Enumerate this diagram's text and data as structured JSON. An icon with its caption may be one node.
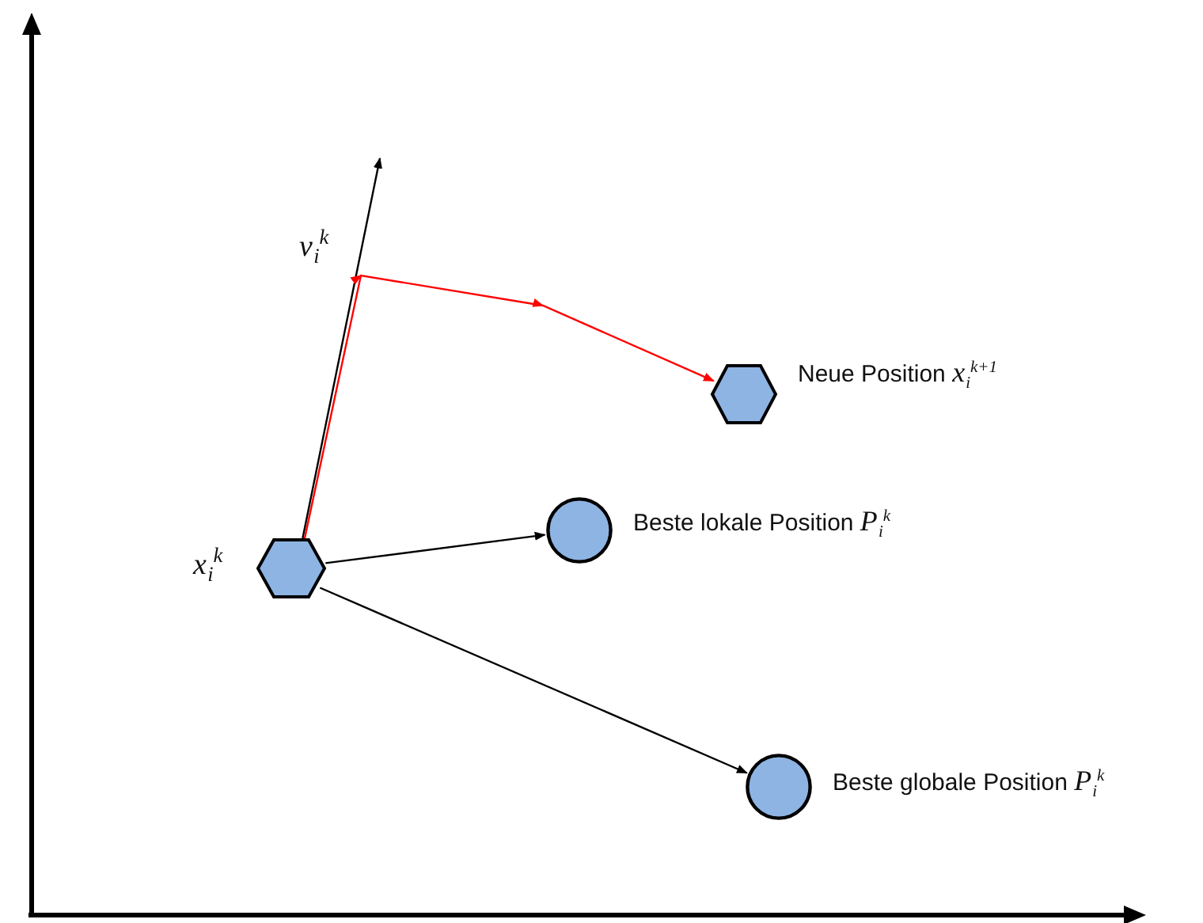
{
  "diagram": {
    "nodes": [
      {
        "text": [
          "x$_{i}$$^{k}$"
        ]
      },
      {
        "text": [
          "Neue Position *x*$_{i}$$^{k+1}$"
        ]
      },
      {
        "text": [
          "Beste lokale Position *P*$_{i}$$^{k}$"
        ]
      },
      {
        "text": [
          "Beste globale Position *P*$_{i}$$^{k}$"
        ]
      }
    ],
    "edges": [
      {
        "from": 0,
        "to": null,
        "arrow": "to"
      },
      {
        "from": 0,
        "to": 1,
        "arrow": "to",
        "color": "#ff0000"
      },
      {
        "from": 0,
        "to": 2,
        "arrow": "to"
      },
      {
        "from": 0,
        "to": 3,
        "arrow": "to"
      }
    ],
    "labels": [
      "v$_{i}$$^{k}$"
    ]
  }
}
